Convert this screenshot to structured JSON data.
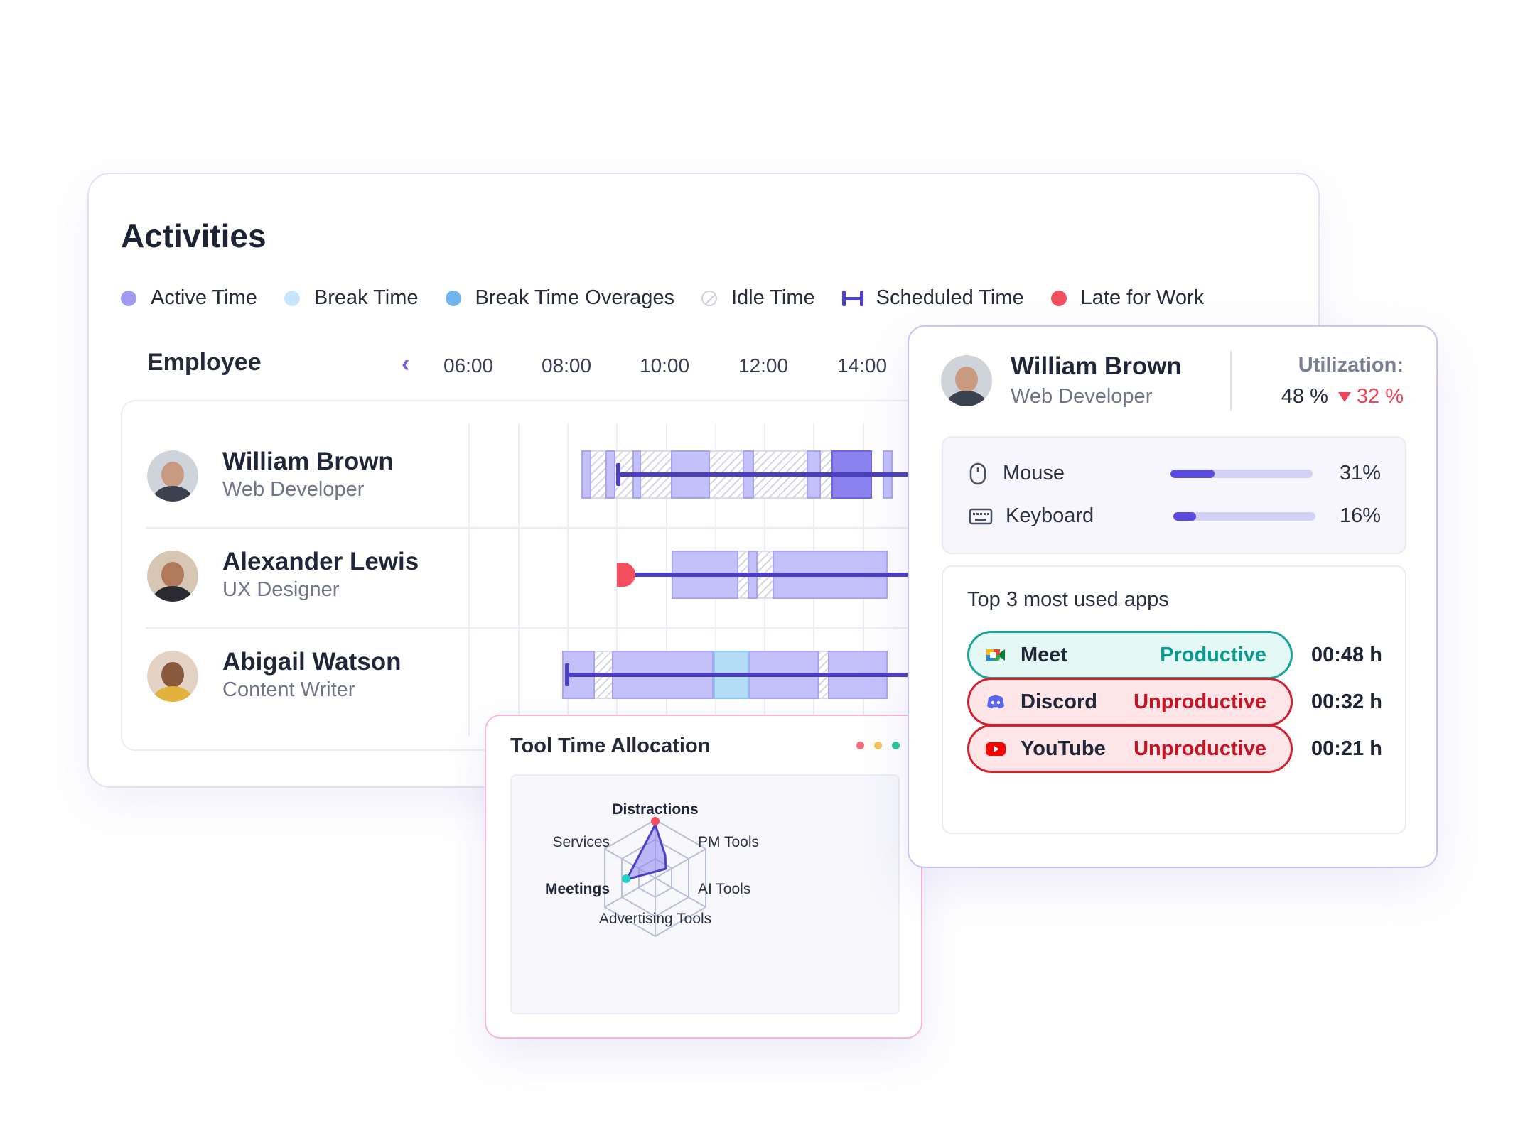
{
  "activities": {
    "title": "Activities",
    "legend": {
      "active": "Active Time",
      "break": "Break Time",
      "overages": "Break Time Overages",
      "idle": "Idle Time",
      "scheduled": "Scheduled Time",
      "late": "Late for Work"
    },
    "employee_header": "Employee",
    "hours": [
      "06:00",
      "08:00",
      "10:00",
      "12:00",
      "14:00"
    ],
    "employees": [
      {
        "name": "William Brown",
        "role": "Web Developer"
      },
      {
        "name": "Alexander Lewis",
        "role": "UX Designer"
      },
      {
        "name": "Abigail Watson",
        "role": "Content Writer"
      }
    ]
  },
  "tool_allocation": {
    "title": "Tool Time Allocation",
    "axes": [
      "Distractions",
      "PM Tools",
      "AI Tools",
      "Advertising Tools",
      "Meetings",
      "Services"
    ],
    "colors": {
      "dot1": "#f4707e",
      "dot2": "#f6c35a",
      "dot3": "#27c79a"
    }
  },
  "detail": {
    "name": "William Brown",
    "role": "Web Developer",
    "utilization_label": "Utilization:",
    "utilization_current": "48 %",
    "utilization_previous": "32 %",
    "inputs": [
      {
        "label": "Mouse",
        "value": "31%",
        "fraction": 0.31,
        "icon": "mouse-icon"
      },
      {
        "label": "Keyboard",
        "value": "16%",
        "fraction": 0.16,
        "icon": "keyboard-icon"
      }
    ],
    "apps_title": "Top 3 most used apps",
    "apps": [
      {
        "name": "Meet",
        "status": "Productive",
        "time": "00:48 h",
        "icon": "google-meet-icon"
      },
      {
        "name": "Discord",
        "status": "Unproductive",
        "time": "00:32 h",
        "icon": "discord-icon"
      },
      {
        "name": "YouTube",
        "status": "Unproductive",
        "time": "00:21 h",
        "icon": "youtube-icon"
      }
    ]
  }
}
